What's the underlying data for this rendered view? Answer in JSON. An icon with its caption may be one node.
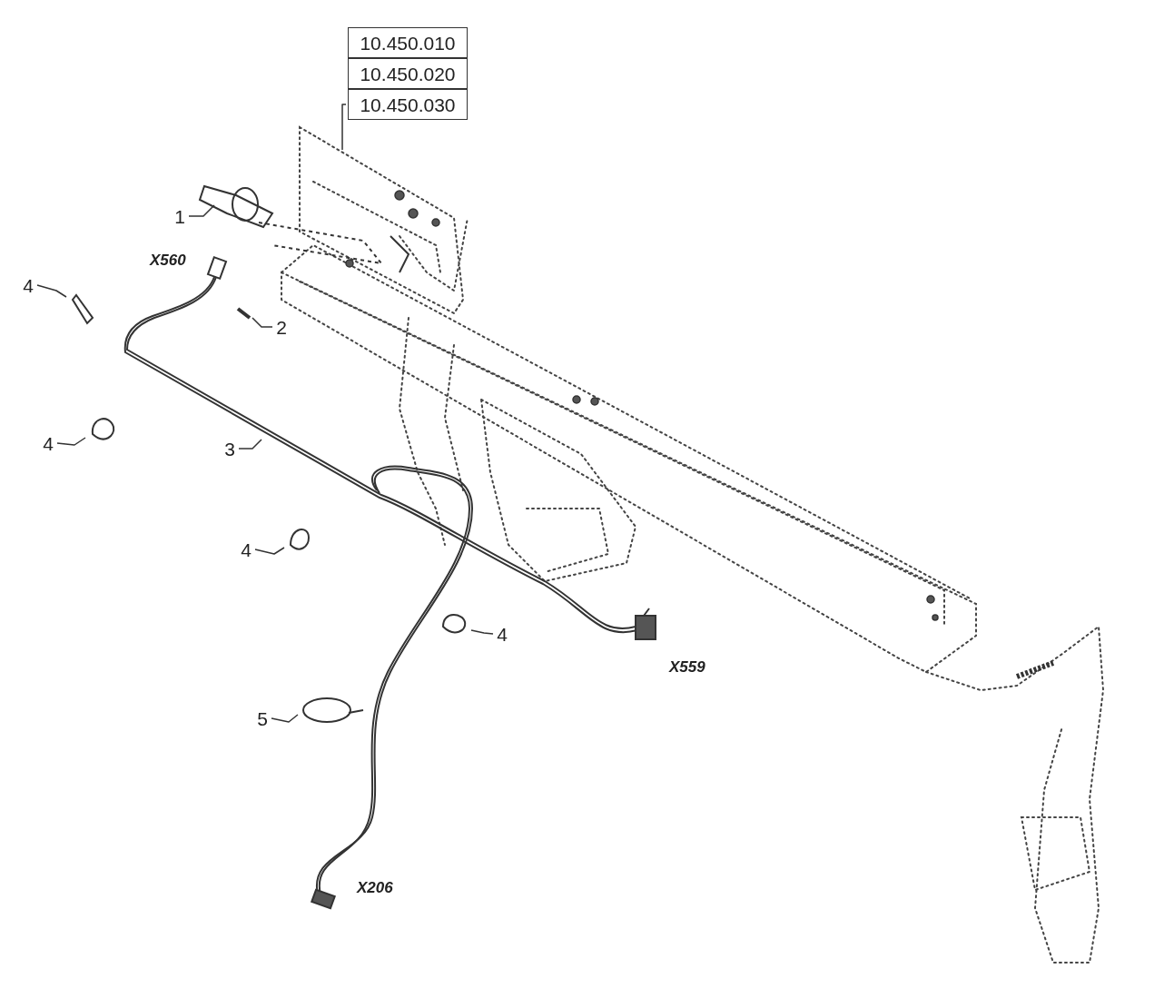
{
  "diagram": {
    "nodes": [
      {
        "text": [
          "10.450.010"
        ]
      },
      {
        "text": [
          "10.450.020"
        ]
      },
      {
        "text": [
          "10.450.030"
        ]
      },
      {
        "text": [
          "1"
        ]
      },
      {
        "text": [
          "2"
        ]
      },
      {
        "text": [
          "3"
        ]
      },
      {
        "text": [
          "4"
        ]
      },
      {
        "text": [
          "4"
        ]
      },
      {
        "text": [
          "4"
        ]
      },
      {
        "text": [
          "4"
        ]
      },
      {
        "text": [
          "5"
        ]
      }
    ],
    "edges": [
      {
        "from": 2,
        "to": null,
        "arrow": "none"
      },
      {
        "from": 3,
        "to": null,
        "arrow": "none"
      },
      {
        "from": 4,
        "to": null,
        "arrow": "none"
      },
      {
        "from": 5,
        "to": null,
        "arrow": "none"
      },
      {
        "from": 6,
        "to": null,
        "arrow": "none"
      },
      {
        "from": 7,
        "to": null,
        "arrow": "none"
      },
      {
        "from": 8,
        "to": null,
        "arrow": "none"
      },
      {
        "from": 9,
        "to": null,
        "arrow": "none"
      },
      {
        "from": 10,
        "to": null,
        "arrow": "none"
      }
    ],
    "labels": [
      "X560",
      "X559",
      "X206"
    ]
  }
}
